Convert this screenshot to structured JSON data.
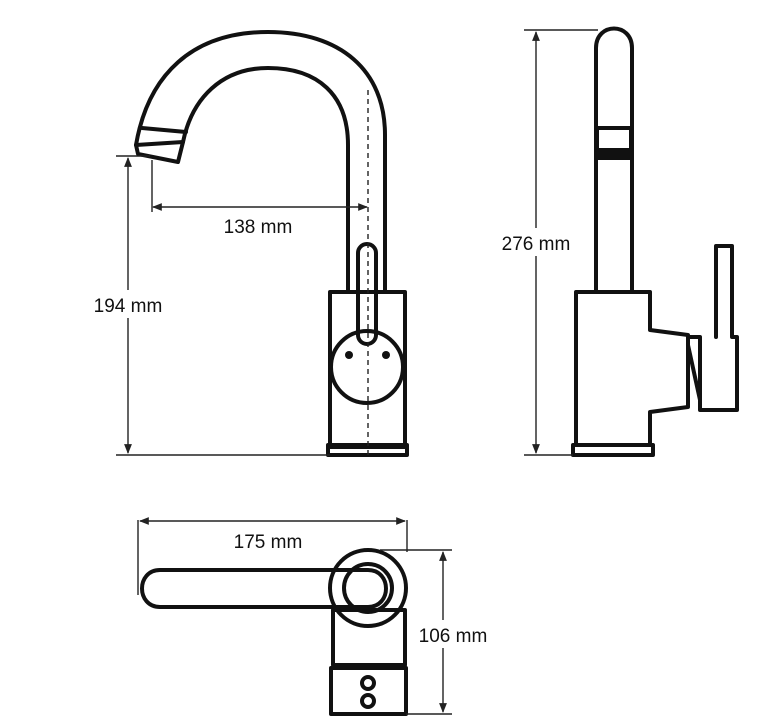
{
  "dimensions": {
    "spout_reach": "138 mm",
    "spout_height": "194 mm",
    "total_height": "276 mm",
    "total_length": "175 mm",
    "base_width": "106 mm"
  },
  "colors": {
    "line": "#111111",
    "background": "#ffffff"
  }
}
